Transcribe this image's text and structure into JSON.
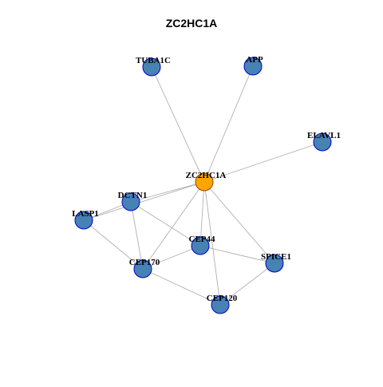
{
  "title": "ZC2HC1A",
  "colors": {
    "hub_fill": "#FFA500",
    "hub_stroke": "#8B4513",
    "node_fill": "#4682B4",
    "node_stroke": "#0000CD",
    "edge": "#B0B0B0"
  },
  "nodes": [
    {
      "id": "ZC2HC1A",
      "label": "ZC2HC1A",
      "hub": true
    },
    {
      "id": "TUBA1C",
      "label": "TUBA1C"
    },
    {
      "id": "APP",
      "label": "APP"
    },
    {
      "id": "ELAVL1",
      "label": "ELAVL1"
    },
    {
      "id": "DCTN1",
      "label": "DCTN1"
    },
    {
      "id": "LASP1",
      "label": "LASP1"
    },
    {
      "id": "CEP44",
      "label": "CEP44"
    },
    {
      "id": "CEP170",
      "label": "CEP170"
    },
    {
      "id": "SPICE1",
      "label": "SPICE1"
    },
    {
      "id": "CEP120",
      "label": "CEP120"
    }
  ],
  "edges": [
    [
      "ZC2HC1A",
      "TUBA1C"
    ],
    [
      "ZC2HC1A",
      "APP"
    ],
    [
      "ZC2HC1A",
      "ELAVL1"
    ],
    [
      "ZC2HC1A",
      "DCTN1"
    ],
    [
      "ZC2HC1A",
      "LASP1"
    ],
    [
      "ZC2HC1A",
      "CEP44"
    ],
    [
      "ZC2HC1A",
      "CEP170"
    ],
    [
      "ZC2HC1A",
      "SPICE1"
    ],
    [
      "ZC2HC1A",
      "CEP120"
    ],
    [
      "DCTN1",
      "LASP1"
    ],
    [
      "DCTN1",
      "CEP170"
    ],
    [
      "DCTN1",
      "CEP44"
    ],
    [
      "LASP1",
      "CEP170"
    ],
    [
      "CEP170",
      "CEP44"
    ],
    [
      "CEP170",
      "CEP120"
    ],
    [
      "CEP44",
      "SPICE1"
    ],
    [
      "SPICE1",
      "CEP120"
    ]
  ]
}
